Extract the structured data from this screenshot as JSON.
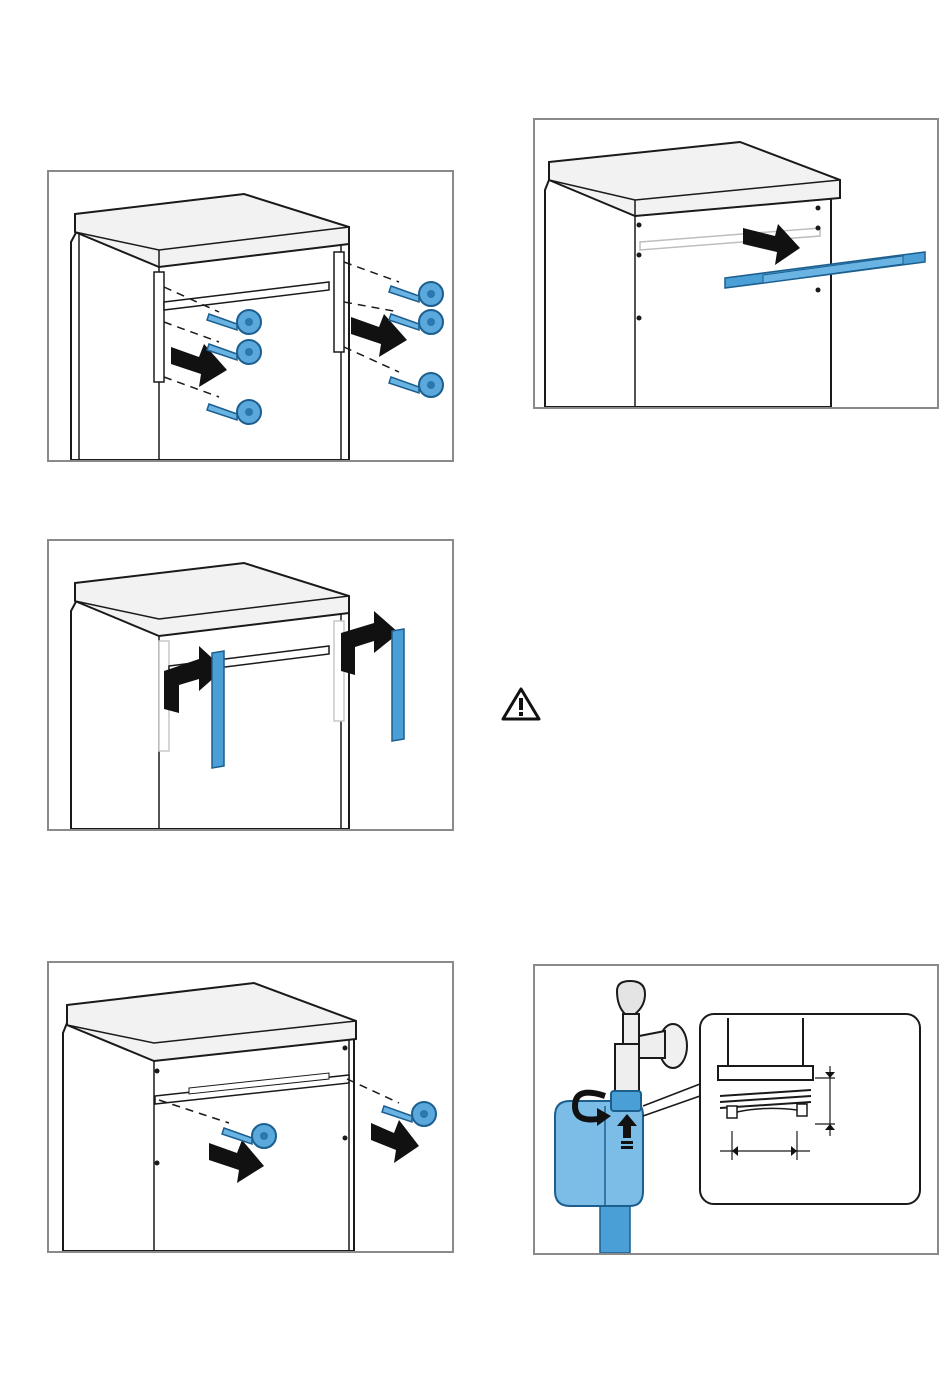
{
  "figures": [
    {
      "id": "fig1",
      "icon": "remove-side-brackets-illustration"
    },
    {
      "id": "fig2",
      "icon": "remove-cross-rail-illustration"
    },
    {
      "id": "fig3",
      "icon": "attach-side-brackets-illustration"
    },
    {
      "id": "fig4",
      "icon": "fasten-cross-rail-illustration"
    },
    {
      "id": "fig5",
      "icon": "water-tap-connection-illustration"
    }
  ],
  "warning": {
    "icon": "warning-triangle-icon"
  },
  "colors": {
    "accent_blue": "#4a9fd6",
    "accent_blue_dark": "#1c5f8f",
    "frame_border": "#8a8a8a",
    "outline": "#1a1a1a"
  }
}
